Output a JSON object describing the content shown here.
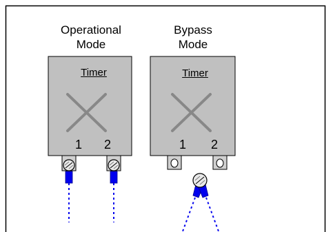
{
  "labels": {
    "operational_mode": "Operational\nMode",
    "bypass_mode": "Bypass\nMode"
  },
  "timers": [
    {
      "title": "Timer",
      "terminals": [
        "1",
        "2"
      ]
    },
    {
      "title": "Timer",
      "terminals": [
        "1",
        "2"
      ]
    }
  ],
  "colors": {
    "timer_body": "#c0c0c0",
    "x_mark": "#888888",
    "wire": "#0000ee",
    "frame": "#000000"
  }
}
